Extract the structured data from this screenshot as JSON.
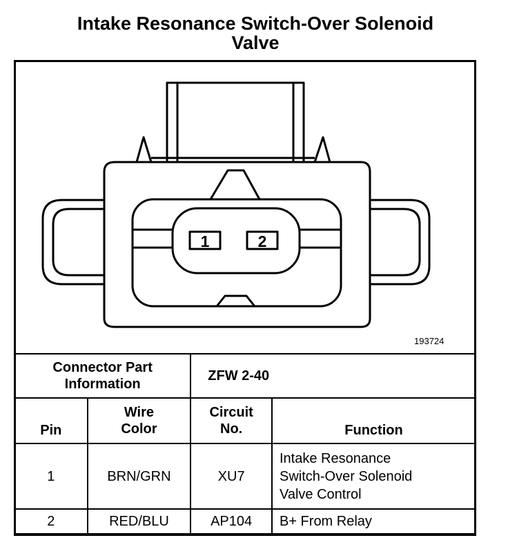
{
  "title_line1": "Intake Resonance Switch-Over Solenoid",
  "title_line2": "Valve",
  "figure_number": "193724",
  "terminals": [
    "1",
    "2"
  ],
  "connector_info": {
    "label_line1": "Connector Part",
    "label_line2": "Information",
    "value": "ZFW 2-40"
  },
  "headers": {
    "pin": "Pin",
    "wire_color_line1": "Wire",
    "wire_color_line2": "Color",
    "circuit_line1": "Circuit",
    "circuit_line2": "No.",
    "function": "Function"
  },
  "rows": [
    {
      "pin": "1",
      "wire_color": "BRN/GRN",
      "circuit": "XU7",
      "function_line1": "Intake Resonance",
      "function_line2": "Switch-Over Solenoid",
      "function_line3": "Valve Control"
    },
    {
      "pin": "2",
      "wire_color": "RED/BLU",
      "circuit": "AP104",
      "function_line1": "B+ From Relay"
    }
  ]
}
